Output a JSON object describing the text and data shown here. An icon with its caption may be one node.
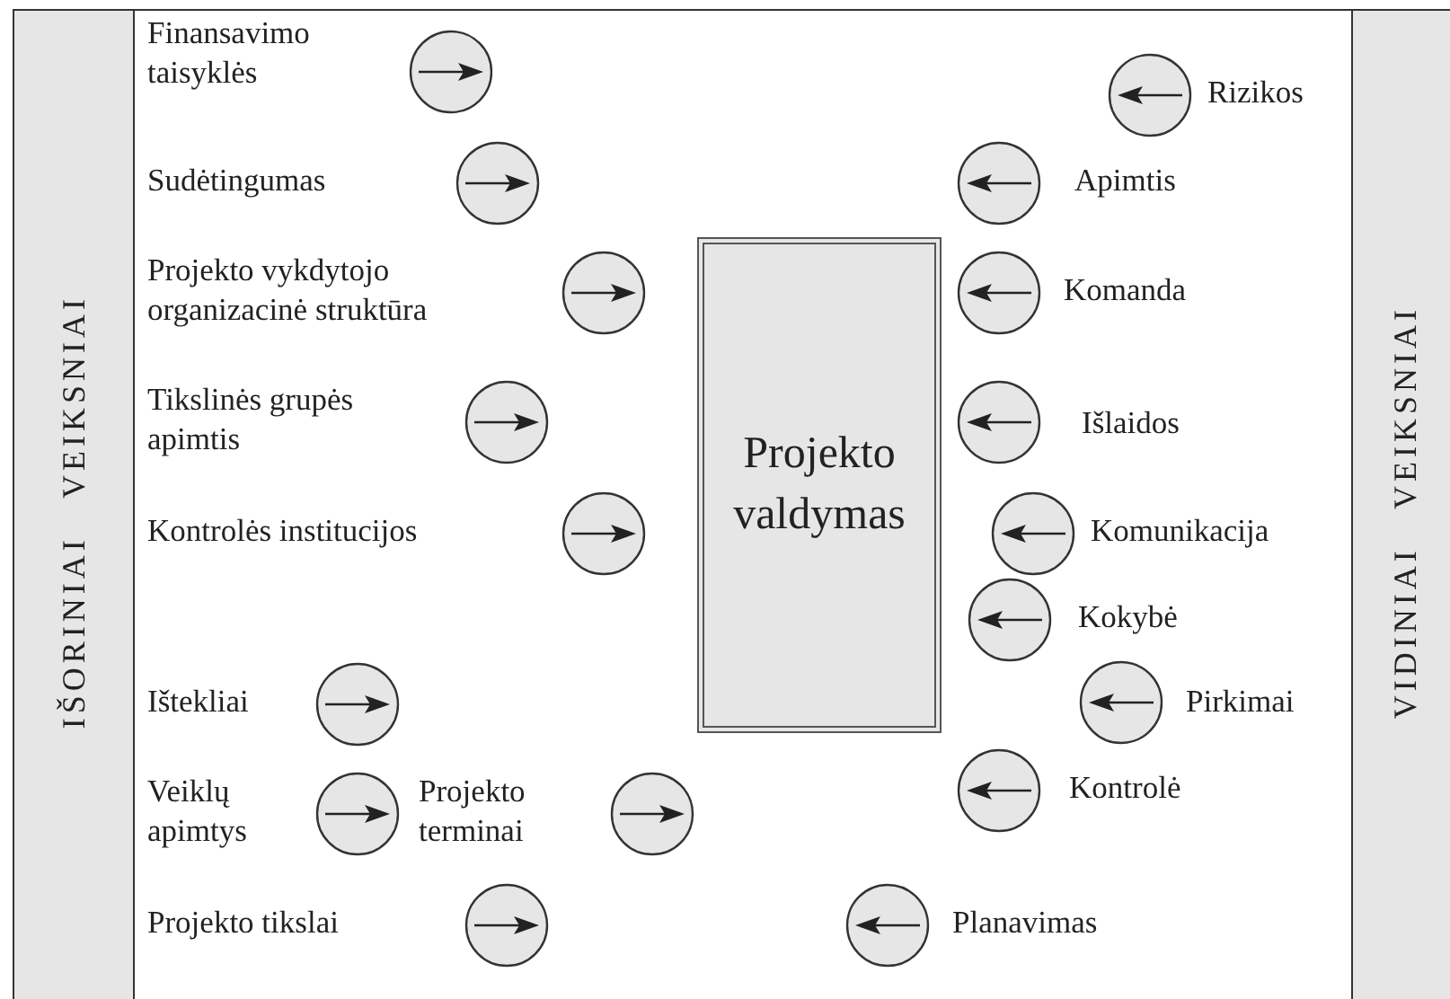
{
  "diagram": {
    "nodes": [
      {
        "text": [
          "IŠORINIAI VEIKSNIAI"
        ]
      },
      {
        "text": [
          "Projekto valdymas"
        ]
      },
      {
        "text": [
          "VIDINIAI VEIKSNIAI"
        ]
      }
    ],
    "labels": [
      "Finansavimo taisyklės",
      "Rizikos",
      "Sudėtingumas",
      "Apimtis",
      "Projekto vykdytojo organizacinė struktūra",
      "Komanda",
      "Tikslinės grupės apimtis",
      "Išlaidos",
      "Kontrolės institucijos",
      "Komunikacija",
      "Kokybė",
      "Ištekliai",
      "Pirkimai",
      "Veiklų apimtys",
      "Projekto terminai",
      "Kontrolė",
      "Projekto tikslai",
      "Planavimas"
    ]
  }
}
